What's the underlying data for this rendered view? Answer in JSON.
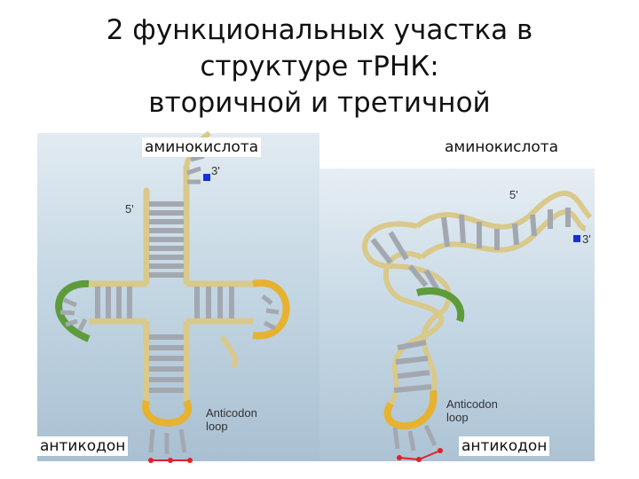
{
  "title": {
    "line1": "2 функциональных участка в",
    "line2": "структуре тРНК:",
    "line3": "вторичной и третичной"
  },
  "secondary": {
    "top_label": "аминокислота",
    "bottom_label": "антикодон",
    "five_prime": "5'",
    "three_prime": "3'",
    "loop_label_1": "Anticodon",
    "loop_label_2": "loop"
  },
  "tertiary": {
    "top_label": "аминокислота",
    "bottom_label": "антикодон",
    "five_prime": "5'",
    "three_prime": "3'",
    "loop_label_1": "Anticodon",
    "loop_label_2": "loop"
  },
  "colors": {
    "backbone": "#d9c98a",
    "base": "#a3a8b0",
    "d_loop": "#5e9b3a",
    "t_loop": "#e6b230",
    "anticodon": "#e6b230",
    "marker_blue": "#1530d8",
    "marker_red": "#e0202a",
    "background": "#c4d6e3"
  }
}
